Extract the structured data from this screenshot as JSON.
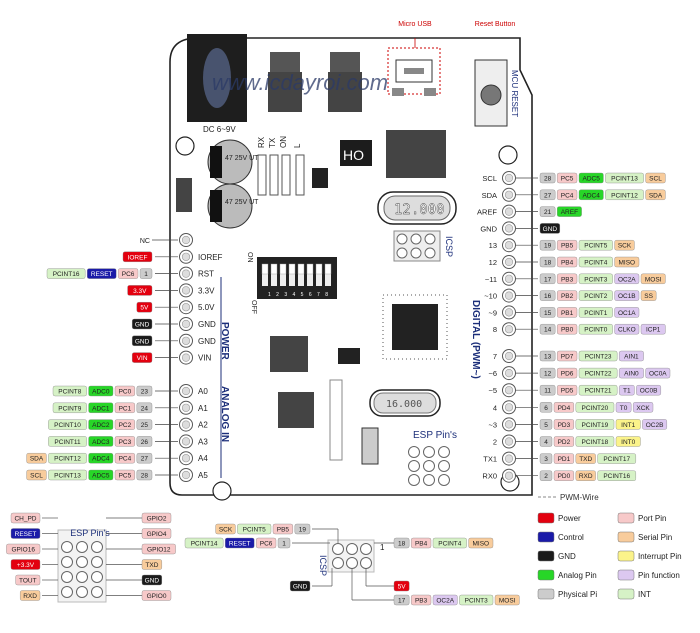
{
  "colors": {
    "power": "#e3000f",
    "control": "#1a1aa8",
    "gnd": "#1a1a1a",
    "analog": "#27d627",
    "physical": "#cccccc",
    "port": "#f7c9c9",
    "serial": "#f8cc9c",
    "interrupt": "#fbf38a",
    "function": "#dcc8f0",
    "int": "#d6f2c6",
    "ink": "#222222",
    "label_blue": "#1c2f7a"
  },
  "callouts": {
    "micro_usb": "Micro USB",
    "reset_button": "Reset Button"
  },
  "board": {
    "watermark": "www.icdayroi.com",
    "dc_label": "DC 6~9V",
    "rx_label": "RX",
    "tx_label": "TX",
    "on_label": "ON",
    "l_label": "L",
    "ho_label": "HO",
    "cap1": "47 25V UT",
    "cap2": "47 25V UT",
    "crystal1": "12.000",
    "crystal2": "16.000",
    "mcu_reset": "MCU RESET",
    "icsp": "ICSP",
    "icsp_one": "1",
    "dip_on": "ON",
    "dip_off": "OFF",
    "dip_nums": "1 2 3 4 5 6 7 8",
    "power_title": "POWER",
    "analog_title": "ANALOG IN",
    "digital_title": "DIGITAL (PWM~)",
    "esp_pins": "ESP Pin's"
  },
  "left_header": [
    {
      "name": "NC",
      "tags": []
    },
    {
      "name": "IOREF",
      "tags": [
        {
          "t": "IOREF",
          "c": "power"
        }
      ]
    },
    {
      "name": "RST",
      "tags": [
        {
          "t": "PCINT16",
          "c": "int"
        },
        {
          "t": "RESET",
          "c": "control"
        },
        {
          "t": "PC6",
          "c": "port"
        },
        {
          "t": "1",
          "c": "physical"
        }
      ]
    },
    {
      "name": "3.3V",
      "tags": [
        {
          "t": "3.3V",
          "c": "power"
        }
      ]
    },
    {
      "name": "5.0V",
      "tags": [
        {
          "t": "5V",
          "c": "power"
        }
      ]
    },
    {
      "name": "GND",
      "tags": [
        {
          "t": "GND",
          "c": "gnd"
        }
      ]
    },
    {
      "name": "GND",
      "tags": [
        {
          "t": "GND",
          "c": "gnd"
        }
      ]
    },
    {
      "name": "VIN",
      "tags": [
        {
          "t": "VIN",
          "c": "power"
        }
      ]
    }
  ],
  "analog_header": [
    {
      "name": "A0",
      "tags": [
        {
          "t": "PCINT8",
          "c": "int"
        },
        {
          "t": "ADC0",
          "c": "analog"
        },
        {
          "t": "PC0",
          "c": "port"
        },
        {
          "t": "23",
          "c": "physical"
        }
      ]
    },
    {
      "name": "A1",
      "tags": [
        {
          "t": "PCINT9",
          "c": "int"
        },
        {
          "t": "ADC1",
          "c": "analog"
        },
        {
          "t": "PC1",
          "c": "port"
        },
        {
          "t": "24",
          "c": "physical"
        }
      ]
    },
    {
      "name": "A2",
      "tags": [
        {
          "t": "PCINT10",
          "c": "int"
        },
        {
          "t": "ADC2",
          "c": "analog"
        },
        {
          "t": "PC2",
          "c": "port"
        },
        {
          "t": "25",
          "c": "physical"
        }
      ]
    },
    {
      "name": "A3",
      "tags": [
        {
          "t": "PCINT11",
          "c": "int"
        },
        {
          "t": "ADC3",
          "c": "analog"
        },
        {
          "t": "PC3",
          "c": "port"
        },
        {
          "t": "26",
          "c": "physical"
        }
      ]
    },
    {
      "name": "A4",
      "tags": [
        {
          "t": "SDA",
          "c": "serial"
        },
        {
          "t": "PCINT12",
          "c": "int"
        },
        {
          "t": "ADC4",
          "c": "analog"
        },
        {
          "t": "PC4",
          "c": "port"
        },
        {
          "t": "27",
          "c": "physical"
        }
      ]
    },
    {
      "name": "A5",
      "tags": [
        {
          "t": "SCL",
          "c": "serial"
        },
        {
          "t": "PCINT13",
          "c": "int"
        },
        {
          "t": "ADC5",
          "c": "analog"
        },
        {
          "t": "PC5",
          "c": "port"
        },
        {
          "t": "28",
          "c": "physical"
        }
      ]
    }
  ],
  "digital_upper": [
    {
      "name": "SCL",
      "tags": [
        {
          "t": "28",
          "c": "physical"
        },
        {
          "t": "PC5",
          "c": "port"
        },
        {
          "t": "ADC5",
          "c": "analog"
        },
        {
          "t": "PCINT13",
          "c": "int"
        },
        {
          "t": "SCL",
          "c": "serial"
        }
      ]
    },
    {
      "name": "SDA",
      "tags": [
        {
          "t": "27",
          "c": "physical"
        },
        {
          "t": "PC4",
          "c": "port"
        },
        {
          "t": "ADC4",
          "c": "analog"
        },
        {
          "t": "PCINT12",
          "c": "int"
        },
        {
          "t": "SDA",
          "c": "serial"
        }
      ]
    },
    {
      "name": "AREF",
      "tags": [
        {
          "t": "21",
          "c": "physical"
        },
        {
          "t": "AREF",
          "c": "analog"
        }
      ]
    },
    {
      "name": "GND",
      "tags": [
        {
          "t": "GND",
          "c": "gnd"
        }
      ]
    },
    {
      "name": "13",
      "tags": [
        {
          "t": "19",
          "c": "physical"
        },
        {
          "t": "PB5",
          "c": "port"
        },
        {
          "t": "PCINT5",
          "c": "int"
        },
        {
          "t": "SCK",
          "c": "serial"
        }
      ]
    },
    {
      "name": "12",
      "tags": [
        {
          "t": "18",
          "c": "physical"
        },
        {
          "t": "PB4",
          "c": "port"
        },
        {
          "t": "PCINT4",
          "c": "int"
        },
        {
          "t": "MISO",
          "c": "serial"
        }
      ]
    },
    {
      "name": "~11",
      "tags": [
        {
          "t": "17",
          "c": "physical"
        },
        {
          "t": "PB3",
          "c": "port"
        },
        {
          "t": "PCINT3",
          "c": "int"
        },
        {
          "t": "OC2A",
          "c": "function"
        },
        {
          "t": "MOSI",
          "c": "serial"
        }
      ]
    },
    {
      "name": "~10",
      "tags": [
        {
          "t": "16",
          "c": "physical"
        },
        {
          "t": "PB2",
          "c": "port"
        },
        {
          "t": "PCINT2",
          "c": "int"
        },
        {
          "t": "OC1B",
          "c": "function"
        },
        {
          "t": "SS",
          "c": "serial"
        }
      ]
    },
    {
      "name": "~9",
      "tags": [
        {
          "t": "15",
          "c": "physical"
        },
        {
          "t": "PB1",
          "c": "port"
        },
        {
          "t": "PCINT1",
          "c": "int"
        },
        {
          "t": "OC1A",
          "c": "function"
        }
      ]
    },
    {
      "name": "8",
      "tags": [
        {
          "t": "14",
          "c": "physical"
        },
        {
          "t": "PB0",
          "c": "port"
        },
        {
          "t": "PCINT0",
          "c": "int"
        },
        {
          "t": "CLKO",
          "c": "function"
        },
        {
          "t": "ICP1",
          "c": "function"
        }
      ]
    }
  ],
  "digital_lower": [
    {
      "name": "7",
      "tags": [
        {
          "t": "13",
          "c": "physical"
        },
        {
          "t": "PD7",
          "c": "port"
        },
        {
          "t": "PCINT23",
          "c": "int"
        },
        {
          "t": "AIN1",
          "c": "function"
        }
      ]
    },
    {
      "name": "~6",
      "tags": [
        {
          "t": "12",
          "c": "physical"
        },
        {
          "t": "PD6",
          "c": "port"
        },
        {
          "t": "PCINT22",
          "c": "int"
        },
        {
          "t": "AIN0",
          "c": "function"
        },
        {
          "t": "OC0A",
          "c": "function"
        }
      ]
    },
    {
      "name": "~5",
      "tags": [
        {
          "t": "11",
          "c": "physical"
        },
        {
          "t": "PD5",
          "c": "port"
        },
        {
          "t": "PCINT21",
          "c": "int"
        },
        {
          "t": "T1",
          "c": "function"
        },
        {
          "t": "OC0B",
          "c": "function"
        }
      ]
    },
    {
      "name": "4",
      "tags": [
        {
          "t": "6",
          "c": "physical"
        },
        {
          "t": "PD4",
          "c": "port"
        },
        {
          "t": "PCINT20",
          "c": "int"
        },
        {
          "t": "T0",
          "c": "function"
        },
        {
          "t": "XCK",
          "c": "function"
        }
      ]
    },
    {
      "name": "~3",
      "tags": [
        {
          "t": "5",
          "c": "physical"
        },
        {
          "t": "PD3",
          "c": "port"
        },
        {
          "t": "PCINT19",
          "c": "int"
        },
        {
          "t": "INT1",
          "c": "interrupt"
        },
        {
          "t": "OC2B",
          "c": "function"
        }
      ]
    },
    {
      "name": "2",
      "tags": [
        {
          "t": "4",
          "c": "physical"
        },
        {
          "t": "PD2",
          "c": "port"
        },
        {
          "t": "PCINT18",
          "c": "int"
        },
        {
          "t": "INT0",
          "c": "interrupt"
        }
      ]
    },
    {
      "name": "TX1",
      "tags": [
        {
          "t": "3",
          "c": "physical"
        },
        {
          "t": "PD1",
          "c": "port"
        },
        {
          "t": "TXD",
          "c": "serial"
        },
        {
          "t": "PCINT17",
          "c": "int"
        }
      ]
    },
    {
      "name": "RX0",
      "tags": [
        {
          "t": "2",
          "c": "physical"
        },
        {
          "t": "PD0",
          "c": "port"
        },
        {
          "t": "RXD",
          "c": "serial"
        },
        {
          "t": "PCINT16",
          "c": "int"
        }
      ]
    }
  ],
  "esp_diagram": {
    "title": "ESP Pin's",
    "left": [
      {
        "t": "CH_PD",
        "c": "port"
      },
      {
        "t": "RESET",
        "c": "control"
      },
      {
        "t": "GPIO16",
        "c": "port"
      },
      {
        "t": "+3.3V",
        "c": "power"
      },
      {
        "t": "TOUT",
        "c": "port"
      },
      {
        "t": "RXD",
        "c": "serial"
      }
    ],
    "right": [
      {
        "t": "GPIO2",
        "c": "port"
      },
      {
        "t": "GPIO4",
        "c": "port"
      },
      {
        "t": "GPIO12",
        "c": "port"
      },
      {
        "t": "TXD",
        "c": "serial"
      },
      {
        "t": "GND",
        "c": "gnd"
      },
      {
        "t": "GPIO0",
        "c": "port"
      }
    ]
  },
  "icsp_diagram": {
    "title": "ICSP",
    "one": "1",
    "top_left": [
      {
        "t": "SCK",
        "c": "serial"
      },
      {
        "t": "PCINT5",
        "c": "int"
      },
      {
        "t": "PB5",
        "c": "port"
      },
      {
        "t": "19",
        "c": "physical"
      }
    ],
    "mid_left": [
      {
        "t": "PCINT14",
        "c": "int"
      },
      {
        "t": "RESET",
        "c": "control"
      },
      {
        "t": "PC6",
        "c": "port"
      },
      {
        "t": "1",
        "c": "physical"
      }
    ],
    "gnd": [
      {
        "t": "GND",
        "c": "gnd"
      }
    ],
    "right_top": [
      {
        "t": "18",
        "c": "physical"
      },
      {
        "t": "PB4",
        "c": "port"
      },
      {
        "t": "PCINT4",
        "c": "int"
      },
      {
        "t": "MISO",
        "c": "serial"
      }
    ],
    "right_mid": [
      {
        "t": "5V",
        "c": "power"
      }
    ],
    "bottom": [
      {
        "t": "17",
        "c": "physical"
      },
      {
        "t": "PB3",
        "c": "port"
      },
      {
        "t": "OC2A",
        "c": "function"
      },
      {
        "t": "PCINT3",
        "c": "int"
      },
      {
        "t": "MOSI",
        "c": "serial"
      }
    ]
  },
  "legend": {
    "pwm_wire": "PWM-Wire",
    "items": [
      {
        "label": "Power",
        "c": "power"
      },
      {
        "label": "Port Pin",
        "c": "port"
      },
      {
        "label": "Control",
        "c": "control"
      },
      {
        "label": "Serial Pin",
        "c": "serial"
      },
      {
        "label": "GND",
        "c": "gnd"
      },
      {
        "label": "Interrupt Pin",
        "c": "interrupt"
      },
      {
        "label": "Analog Pin",
        "c": "analog"
      },
      {
        "label": "Pin function",
        "c": "function"
      },
      {
        "label": "Physical Pi",
        "c": "physical"
      },
      {
        "label": "INT",
        "c": "int"
      }
    ]
  }
}
